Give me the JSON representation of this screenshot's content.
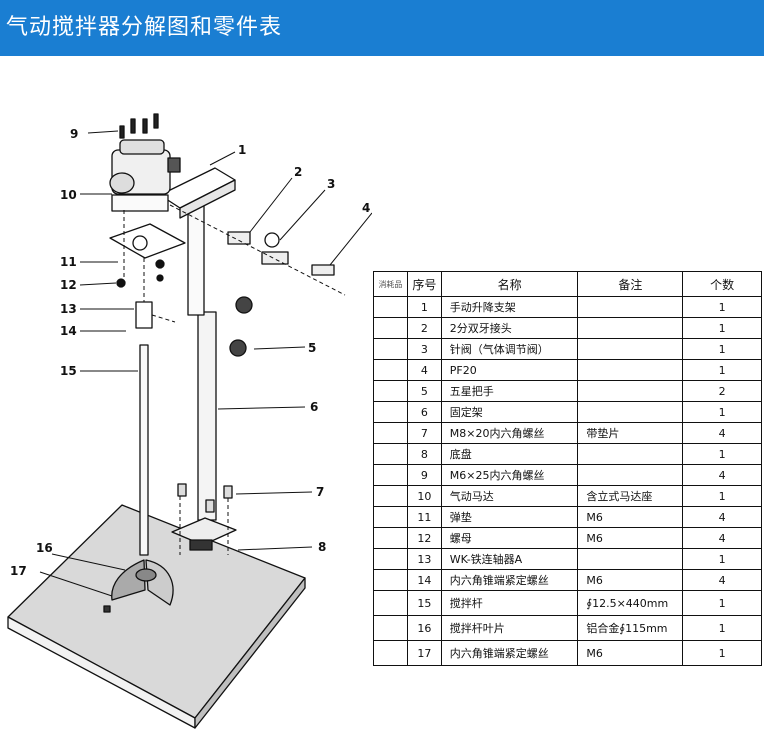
{
  "header": {
    "title": "气动搅拌器分解图和零件表"
  },
  "callouts": [
    "1",
    "2",
    "3",
    "4",
    "5",
    "6",
    "7",
    "8",
    "9",
    "10",
    "11",
    "12",
    "13",
    "14",
    "15",
    "16",
    "17"
  ],
  "table": {
    "headers": {
      "consumable": "消耗品",
      "index": "序号",
      "name": "名称",
      "note": "备注",
      "qty": "个数"
    },
    "rows": [
      {
        "index": "1",
        "name": "手动升降支架",
        "note": "",
        "qty": "1"
      },
      {
        "index": "2",
        "name": "2分双牙接头",
        "note": "",
        "qty": "1"
      },
      {
        "index": "3",
        "name": "针阀（气体调节阀）",
        "note": "",
        "qty": "1"
      },
      {
        "index": "4",
        "name": "PF20",
        "note": "",
        "qty": "1"
      },
      {
        "index": "5",
        "name": "五星把手",
        "note": "",
        "qty": "2"
      },
      {
        "index": "6",
        "name": "固定架",
        "note": "",
        "qty": "1"
      },
      {
        "index": "7",
        "name": "M8×20内六角螺丝",
        "note": "带垫片",
        "qty": "4"
      },
      {
        "index": "8",
        "name": "底盘",
        "note": "",
        "qty": "1"
      },
      {
        "index": "9",
        "name": "M6×25内六角螺丝",
        "note": "",
        "qty": "4"
      },
      {
        "index": "10",
        "name": "气动马达",
        "note": "含立式马达座",
        "qty": "1"
      },
      {
        "index": "11",
        "name": "弹垫",
        "note": "M6",
        "qty": "4"
      },
      {
        "index": "12",
        "name": "螺母",
        "note": "M6",
        "qty": "4"
      },
      {
        "index": "13",
        "name": "WK-铁连轴器A",
        "note": "",
        "qty": "1"
      },
      {
        "index": "14",
        "name": "内六角锥端紧定螺丝",
        "note": "M6",
        "qty": "4"
      },
      {
        "index": "15",
        "name": "搅拌杆",
        "note": "∮12.5×440mm",
        "qty": "1"
      },
      {
        "index": "16",
        "name": "搅拌杆叶片",
        "note": "铝合金∮115mm",
        "qty": "1"
      },
      {
        "index": "17",
        "name": "内六角锥端紧定螺丝",
        "note": "M6",
        "qty": "1"
      }
    ]
  }
}
